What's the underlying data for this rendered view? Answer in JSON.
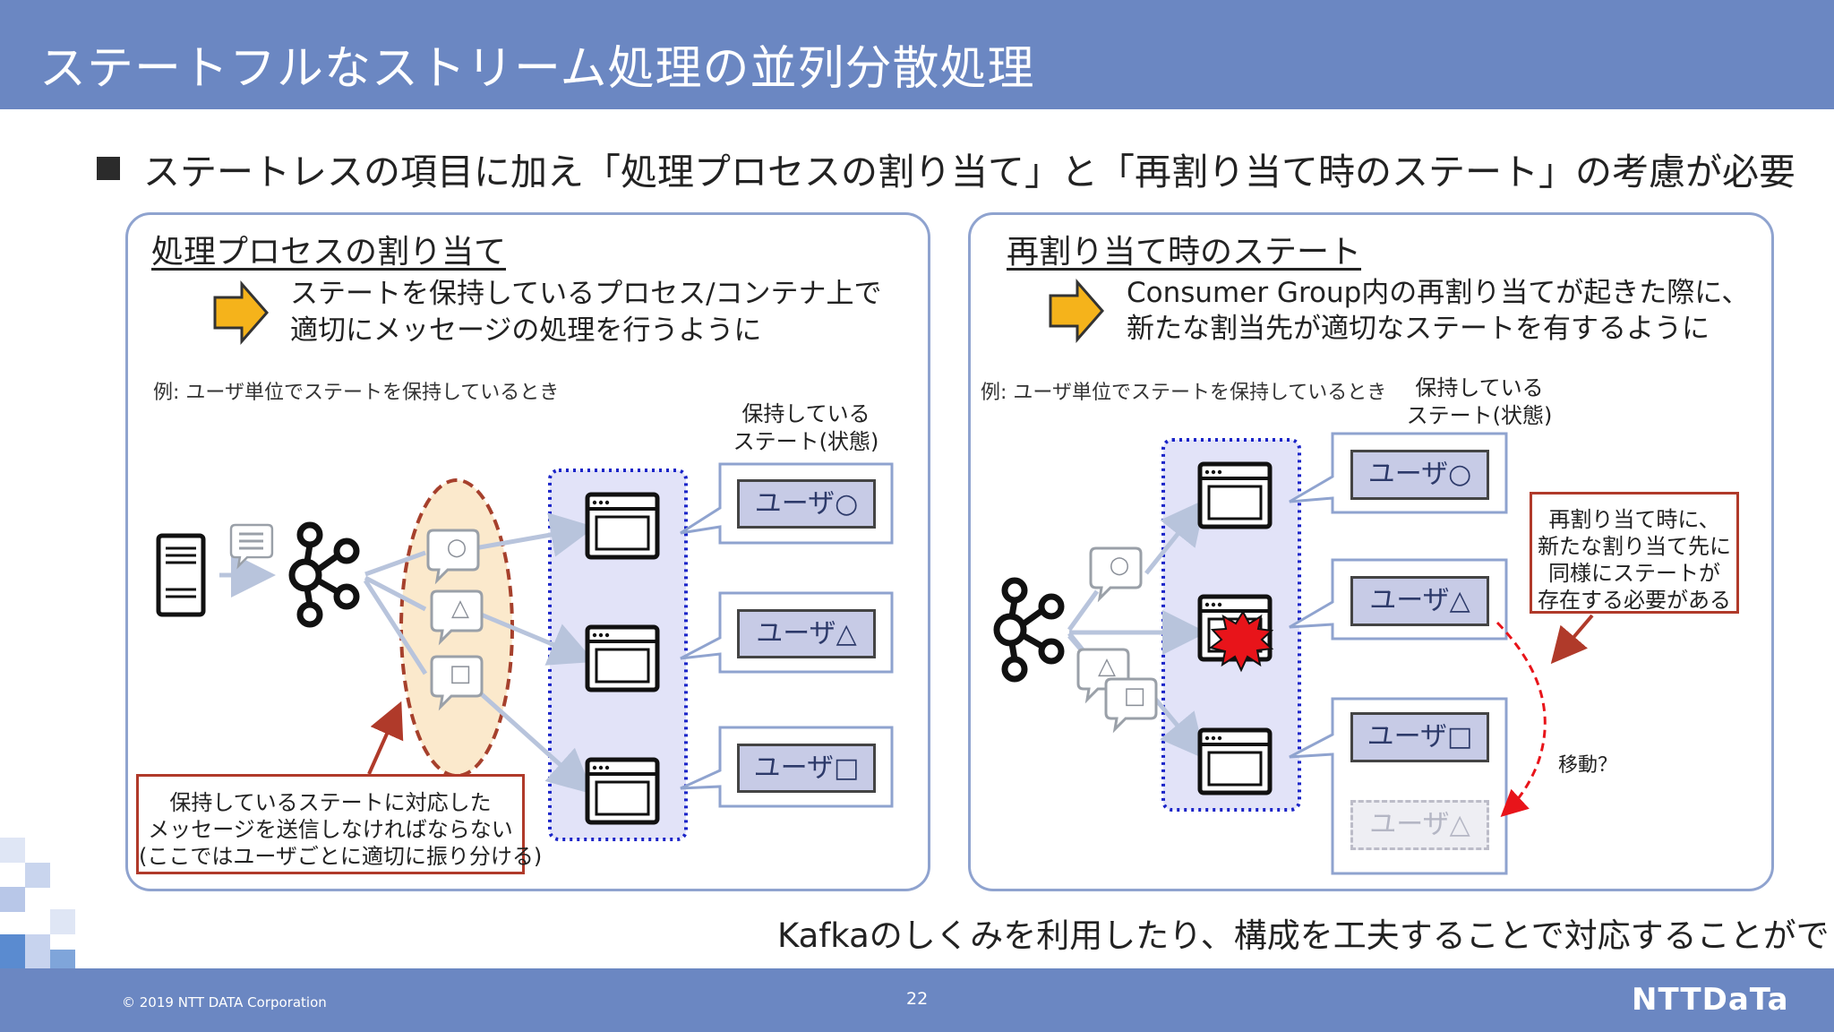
{
  "slide_title": "ステートフルなストリーム処理の並列分散処理",
  "bullet": "ステートレスの項目に加え「処理プロセスの割り当て」と「再割り当て時のステート」の考慮が必要",
  "left_panel": {
    "title": "処理プロセスの割り当て",
    "desc_line1": "ステートを保持しているプロセス/コンテナ上で",
    "desc_line2": "適切にメッセージの処理を行うように",
    "example": "例: ユーザ単位でステートを保持しているとき",
    "state_label_line1": "保持している",
    "state_label_line2": "ステート(状態)",
    "states": [
      "ユーザ○",
      "ユーザ△",
      "ユーザ□"
    ],
    "message_symbols": [
      "○",
      "△",
      "□"
    ],
    "callout_line1": "保持しているステートに対応した",
    "callout_line2": "メッセージを送信しなければならない",
    "callout_line3": "(ここではユーザごとに適切に振り分ける)"
  },
  "right_panel": {
    "title": "再割り当て時のステート",
    "desc_line1": "Consumer Group内の再割り当てが起きた際に、",
    "desc_line2": "新たな割当先が適切なステートを有するように",
    "example": "例: ユーザ単位でステートを保持しているとき",
    "state_label_line1": "保持している",
    "state_label_line2": "ステート(状態)",
    "states": [
      "ユーザ○",
      "ユーザ△",
      "ユーザ□"
    ],
    "ghost_state": "ユーザ△",
    "message_symbols": [
      "○",
      "△",
      "□"
    ],
    "callout_line1": "再割り当て時に、",
    "callout_line2": "新たな割り当て先に",
    "callout_line3": "同様にステートが",
    "callout_line4": "存在する必要がある",
    "move_label": "移動？"
  },
  "conclusion": "Kafkaのしくみを利用したり、構成を工夫することで対応することができる",
  "footer": {
    "copyright": "© 2019 NTT DATA Corporation",
    "page_number": "22",
    "logo": "NTTDaTa"
  },
  "colors": {
    "header": "#6b87c2",
    "panel_border": "#8fa3cf",
    "arrow_fill": "#f5b31b",
    "state_fill": "#c7cbe6",
    "consumer_group_fill": "#e2e3f8",
    "consumer_group_border": "#1a24c8",
    "partition_group_fill": "#fbe9cc",
    "partition_group_border": "#a6402c",
    "callout_border": "#b03a2a",
    "crash_fill": "#e8141a"
  },
  "icons": [
    "server-icon",
    "message-icon",
    "kafka-icon",
    "process-window-icon",
    "crash-icon",
    "right-arrow-icon"
  ]
}
